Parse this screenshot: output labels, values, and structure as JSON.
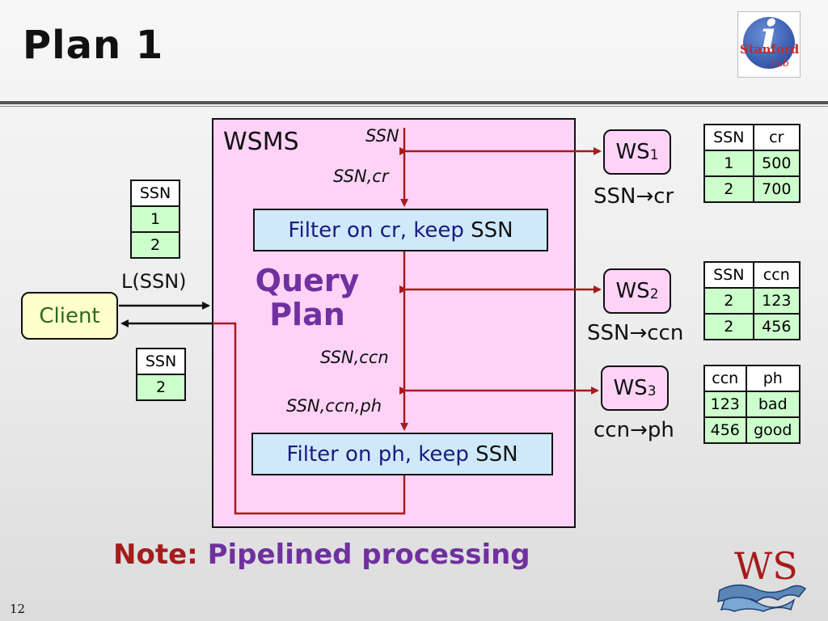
{
  "slide": {
    "title": "Plan 1",
    "page_number": "12",
    "note_key": "Note:",
    "note_value": "Pipelined processing"
  },
  "logo": {
    "i_letter": "i",
    "stanford_text": "Stanford",
    "lab_text": "Lab"
  },
  "wsms": {
    "label": "WSMS",
    "query_plan_line1": "Query",
    "query_plan_line2": "Plan",
    "filter1": {
      "text": "Filter on cr, keep ",
      "key": "SSN"
    },
    "filter2": {
      "text": "Filter on ph, keep ",
      "key": "SSN"
    },
    "labels": {
      "ssn": "SSN",
      "ssn_cr": "SSN,cr",
      "ssn_ccn": "SSN,ccn",
      "ssn_ccn_ph": "SSN,ccn,ph"
    }
  },
  "services": [
    {
      "name": "WS",
      "sub": "1",
      "mapping": "SSN→cr"
    },
    {
      "name": "WS",
      "sub": "2",
      "mapping": "SSN→ccn"
    },
    {
      "name": "WS",
      "sub": "3",
      "mapping": "ccn→ph"
    }
  ],
  "client": {
    "label": "Client",
    "input_label": "L(SSN)"
  },
  "tables": {
    "client_input": {
      "headers": [
        "SSN"
      ],
      "rows": [
        [
          "1"
        ],
        [
          "2"
        ]
      ]
    },
    "client_output": {
      "headers": [
        "SSN"
      ],
      "rows": [
        [
          "2"
        ]
      ]
    },
    "ws1": {
      "headers": [
        "SSN",
        "cr"
      ],
      "rows": [
        [
          "1",
          "500"
        ],
        [
          "2",
          "700"
        ]
      ]
    },
    "ws2": {
      "headers": [
        "SSN",
        "ccn"
      ],
      "rows": [
        [
          "2",
          "123"
        ],
        [
          "2",
          "456"
        ]
      ]
    },
    "ws3": {
      "headers": [
        "ccn",
        "ph"
      ],
      "rows": [
        [
          "123",
          "bad"
        ],
        [
          "456",
          "good"
        ]
      ]
    }
  },
  "ws_logo": {
    "text": "WS"
  },
  "colors": {
    "arrow_red": "#a51c1c",
    "wsms_fill": "#ffd3f7",
    "filter_fill": "#cfe9fb",
    "table_body": "#ccffcc",
    "client_fill": "#ffffcc",
    "purple": "#7030a0"
  }
}
